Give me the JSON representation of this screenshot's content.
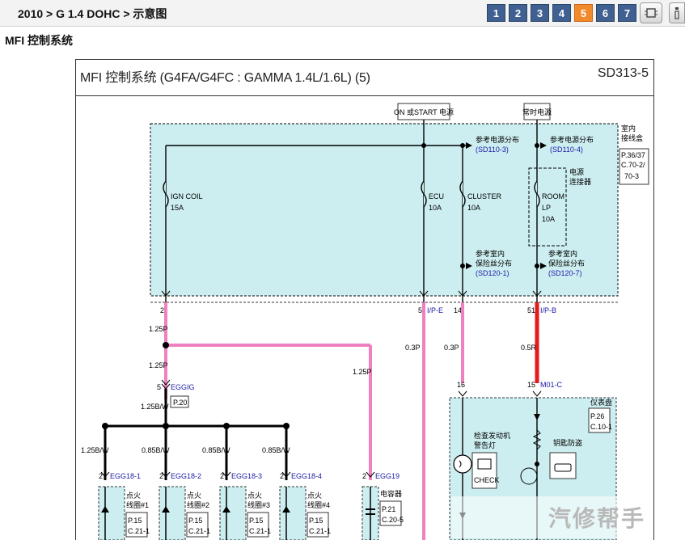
{
  "breadcrumb": "2010 > G 1.4 DOHC > 示意图",
  "pages": [
    "1",
    "2",
    "3",
    "4",
    "5",
    "6",
    "7"
  ],
  "active_page": "5",
  "section_title": "MFI 控制系统",
  "diagram": {
    "title": "MFI 控制系统 (G4FA/G4FC : GAMMA 1.4L/1.6L) (5)",
    "code": "SD313-5",
    "on_start": "ON 或START 电源",
    "constant": "常时电源",
    "junction_label": [
      "室内",
      "接线盒"
    ],
    "junction_ref": [
      "P.36/37",
      "C.70-2/",
      "70-3"
    ],
    "ref_power_1": [
      "参考电源分布",
      "(SD110-3)"
    ],
    "ref_power_2": [
      "参考电源分布",
      "(SD110-4)"
    ],
    "power_connector": [
      "电源",
      "连接器"
    ],
    "fuses": [
      {
        "name": "IGN COIL",
        "amp": "15A"
      },
      {
        "name": "ECU",
        "amp": "10A"
      },
      {
        "name": "CLUSTER",
        "amp": "10A"
      },
      {
        "name": "ROOM",
        "amp2": "LP",
        "amp": "10A"
      }
    ],
    "ref_fuse_1": [
      "参考室内",
      "保险丝分布",
      "(SD120-1)"
    ],
    "ref_fuse_2": [
      "参考室内",
      "保险丝分布",
      "(SD120-7)"
    ],
    "pins": {
      "p2": "2",
      "p5": "5",
      "ipe": "I/P-E",
      "p14": "14",
      "p51": "51",
      "ipb": "I/P-B",
      "p16": "16",
      "p15": "15",
      "m01c": "M01-C",
      "p5b": "5",
      "p2a": "2",
      "p2b": "2",
      "p2c": "2",
      "p2d": "2",
      "p2e": "2"
    },
    "wires": {
      "w125p_1": "1.25P",
      "w125p_2": "1.25P",
      "w125p_3": "1.25P",
      "w125bw_1": "1.25B/W",
      "w125bw_2": "1.25B/W",
      "w085bw_1": "0.85B/W",
      "w085bw_2": "0.85B/W",
      "w085bw_3": "0.85B/W",
      "w03p_1": "0.3P",
      "w03p_2": "0.3P",
      "w05r": "0.5R"
    },
    "connectors": {
      "eggig": "EGGIG",
      "eggig_ref": "P.20",
      "egg18_1": "EGG18-1",
      "egg18_2": "EGG18-2",
      "egg18_3": "EGG18-3",
      "egg18_4": "EGG18-4",
      "egg19": "EGG19"
    },
    "coils": [
      {
        "label": [
          "点火",
          "线圈#1"
        ],
        "ref": [
          "P.15",
          "C.21-1"
        ]
      },
      {
        "label": [
          "点火",
          "线圈#2"
        ],
        "ref": [
          "P.15",
          "C.21-1"
        ]
      },
      {
        "label": [
          "点火",
          "线圈#3"
        ],
        "ref": [
          "P.15",
          "C.21-1"
        ]
      },
      {
        "label": [
          "点火",
          "线圈#4"
        ],
        "ref": [
          "P.15",
          "C.21-1"
        ]
      }
    ],
    "capacitor": {
      "label": "电容器",
      "ref": [
        "P.21",
        "C.20-5"
      ]
    },
    "cluster": {
      "label": "仪表盘",
      "ref": [
        "P.26",
        "C.10-1"
      ],
      "check_label": [
        "检查发动机",
        "警告灯"
      ],
      "check_text": "CHECK",
      "immo_label": "钥匙防盗"
    }
  },
  "watermark": "汽修帮手",
  "colors": {
    "pager": "#3f6090",
    "pager_active": "#f08a2c",
    "box_fill": "#cdeef0",
    "pink": "#f080c0",
    "red": "#e51b1b",
    "blue": "#1a1aa8"
  }
}
